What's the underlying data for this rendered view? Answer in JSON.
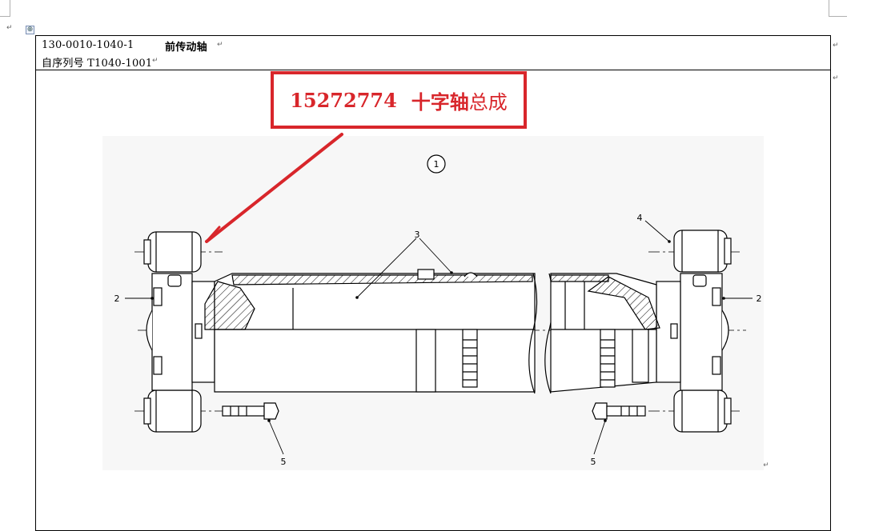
{
  "document": {
    "header": {
      "part_number": "130-0010-1040-1",
      "part_name": "前传动轴",
      "serial_label": "自序列号 T1040-1001"
    },
    "callout": {
      "number": "15272774",
      "name_bold": "十字轴",
      "name_rest": "总成"
    },
    "drawing": {
      "view_label": "1",
      "labels": {
        "item_2_left": "2",
        "item_2_right": "2",
        "item_3": "3",
        "item_4": "4",
        "item_5_left": "5",
        "item_5_right": "5"
      }
    },
    "paragraph_mark": "↵",
    "move_handle_icon": "⊕",
    "colors": {
      "callout_red": "#d8262b",
      "line": "#000000",
      "page_corner": "#b0b0b0"
    }
  }
}
